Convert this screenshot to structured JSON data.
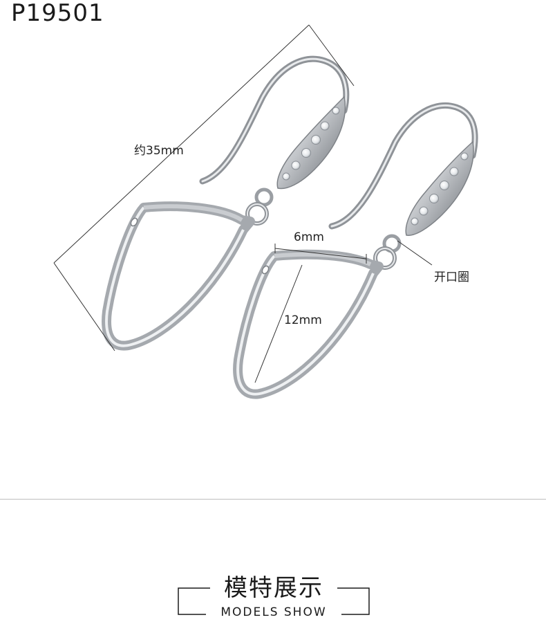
{
  "product": {
    "code": "P19501"
  },
  "dimensions": {
    "overall_length": "约35mm",
    "loop_width": "6mm",
    "loop_height": "12mm",
    "open_ring": "开口圈"
  },
  "section": {
    "title_cn": "模特展示",
    "title_en": "MODELS SHOW"
  },
  "colors": {
    "metal": "#b9bcc0",
    "metal_dark": "#7d8186",
    "metal_light": "#eef0f2",
    "line": "#333333",
    "divider": "#bdbdbd"
  },
  "icons": {
    "earring": "earring-hook-illustration"
  }
}
